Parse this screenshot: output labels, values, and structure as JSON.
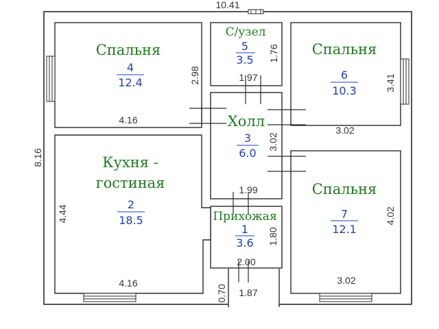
{
  "overall": {
    "width": "10.41",
    "height": "8.16"
  },
  "rooms": {
    "bedroom_nw": {
      "name": "Спальня",
      "number": "4",
      "area": "12.4",
      "dim_bottom": "4.16",
      "dim_right": "2.98"
    },
    "bathroom": {
      "name": "С/узел",
      "number": "5",
      "area": "3.5",
      "dim_bottom": "1.97",
      "dim_right": "1.76"
    },
    "bedroom_ne": {
      "name": "Спальня",
      "number": "6",
      "area": "10.3",
      "dim_bottom": "3.02",
      "dim_right": "3.41"
    },
    "hall": {
      "name": "Холл",
      "number": "3",
      "area": "6.0",
      "dim_bottom": "1.99",
      "dim_right": "3.02"
    },
    "kitchen": {
      "name_line1": "Кухня -",
      "name_line2": "гостиная",
      "number": "2",
      "area": "18.5",
      "dim_bottom": "4.16",
      "dim_left": "4.44"
    },
    "entry": {
      "name": "Прихожая",
      "number": "1",
      "area": "3.6",
      "dim_bottom": "2.00",
      "dim_right": "1.80"
    },
    "bedroom_se": {
      "name": "Спальня",
      "number": "7",
      "area": "12.1",
      "dim_bottom": "3.02",
      "dim_right": "4.02"
    }
  },
  "porch": {
    "width": "1.87",
    "depth": "0.70"
  }
}
